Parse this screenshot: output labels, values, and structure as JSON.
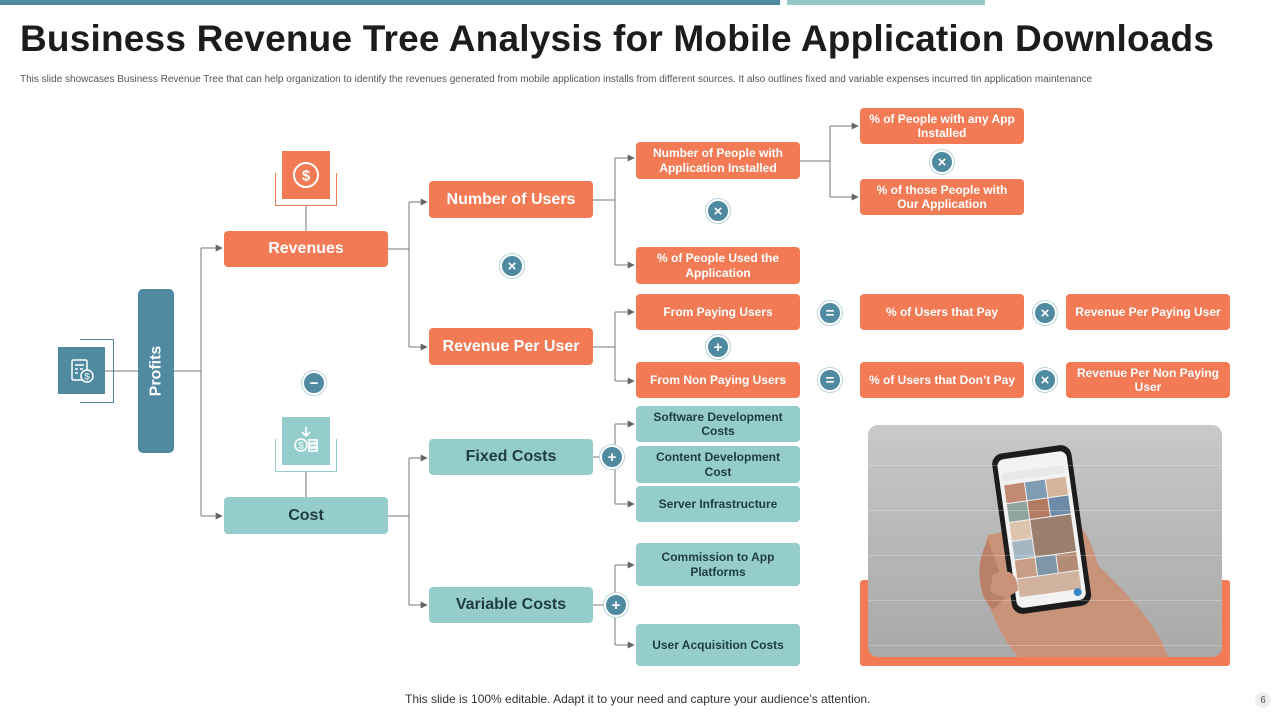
{
  "page": {
    "title": "Business Revenue Tree Analysis for Mobile Application Downloads",
    "subtitle": "This slide showcases Business Revenue Tree that can help organization to identify the revenues generated from mobile application installs from different sources. It also outlines fixed and variable expenses incurred tin application maintenance",
    "footer": "This slide is 100% editable. Adapt it to your need and capture your audience’s attention.",
    "page_number": "6"
  },
  "tree": {
    "root": "Profits",
    "revenues": "Revenues",
    "cost": "Cost",
    "number_of_users": "Number of Users",
    "revenue_per_user": "Revenue Per User",
    "fixed_costs": "Fixed Costs",
    "variable_costs": "Variable Costs",
    "people_installed": "Number of People with Application Installed",
    "people_used": "% of People Used the Application",
    "any_app_installed": "% of People with any App Installed",
    "our_application": "% of those People with Our Application",
    "from_paying": "From Paying Users",
    "from_non_paying": "From Non Paying Users",
    "users_that_pay": "% of Users that Pay",
    "users_dont_pay": "% of Users that Don’t Pay",
    "revenue_per_paying": "Revenue Per Paying User",
    "revenue_per_non_paying": "Revenue Per Non Paying User",
    "software_dev": "Software Development Costs",
    "content_dev": "Content Development Cost",
    "server_infra": "Server Infrastructure",
    "commission": "Commission to App Platforms",
    "user_acquisition": "User Acquisition Costs"
  },
  "operators": {
    "multiply": "×",
    "plus": "+",
    "minus": "−",
    "equals": "="
  },
  "icons": {
    "revenues": "dollar-coin-icon",
    "cost": "money-down-icon",
    "profits": "calculator-money-icon"
  },
  "colors": {
    "orange": "#f27a55",
    "teal": "#95cdcc",
    "blue": "#4f8aa1"
  }
}
